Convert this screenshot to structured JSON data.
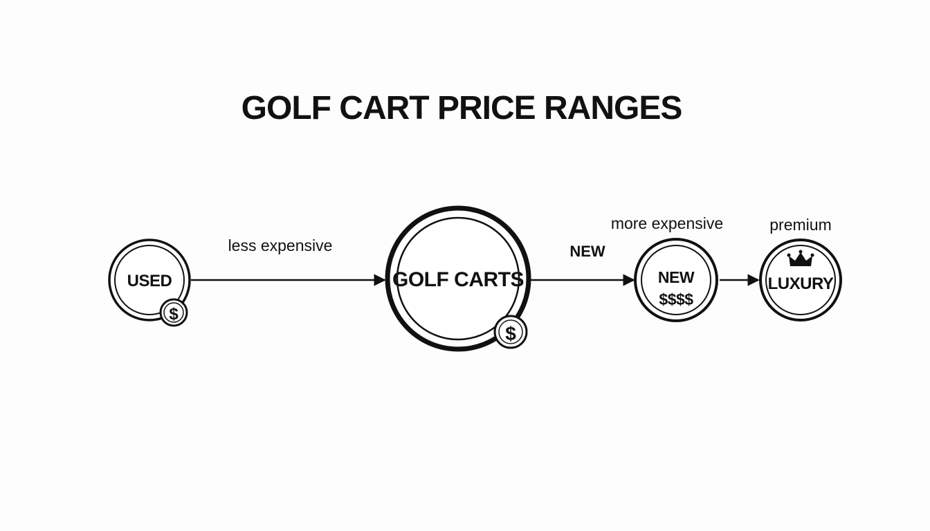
{
  "diagram": {
    "title": "GOLF CART PRICE RANGES",
    "nodes": {
      "used": {
        "label": "USED",
        "icon": "dollar-coin-icon",
        "icon_text": "$"
      },
      "golf_carts": {
        "label": "GOLF CARTS",
        "icon": "dollar-coin-icon",
        "icon_text": "$"
      },
      "new": {
        "label": "NEW",
        "sublabel": "$$$$"
      },
      "luxury": {
        "label": "LUXURY",
        "icon": "crown-icon"
      }
    },
    "edges": {
      "used_to_golf_carts": {
        "label": "less expensive"
      },
      "golf_carts_to_new": {
        "label": "NEW",
        "secondary_label": "more expensive"
      },
      "new_to_luxury": {
        "label": "premium"
      }
    },
    "colors": {
      "ink": "#111111",
      "background": "#fdfdfd"
    }
  }
}
